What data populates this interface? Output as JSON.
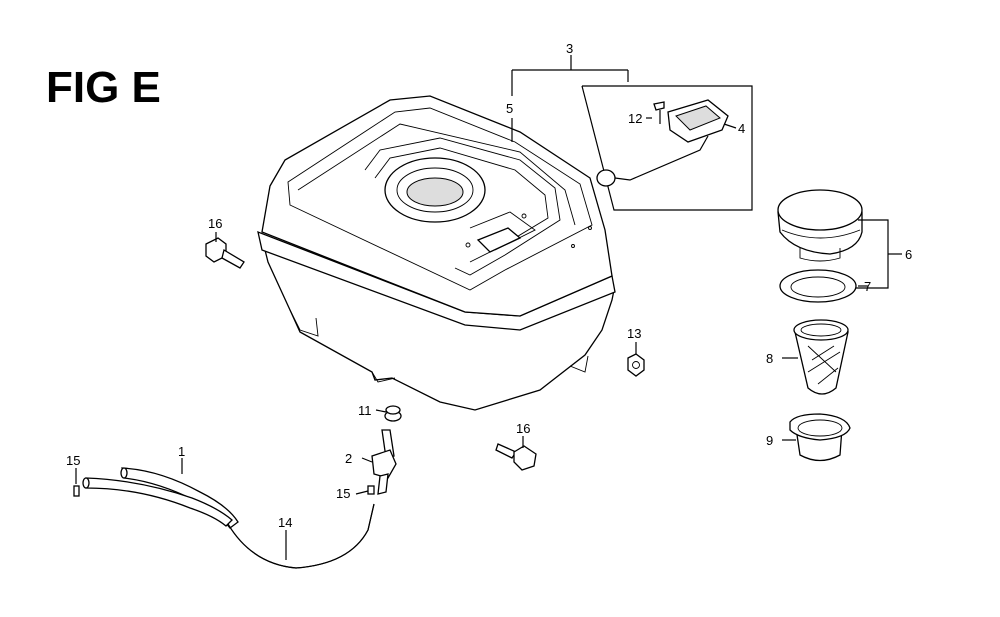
{
  "figure": {
    "title": "FIG E",
    "labels": {
      "l1": "1",
      "l2": "2",
      "l3": "3",
      "l4": "4",
      "l5": "5",
      "l6": "6",
      "l7": "7",
      "l8": "8",
      "l9": "9",
      "l11": "11",
      "l12": "12",
      "l13": "13",
      "l14": "14",
      "l15a": "15",
      "l15b": "15",
      "l16a": "16",
      "l16b": "16"
    }
  }
}
